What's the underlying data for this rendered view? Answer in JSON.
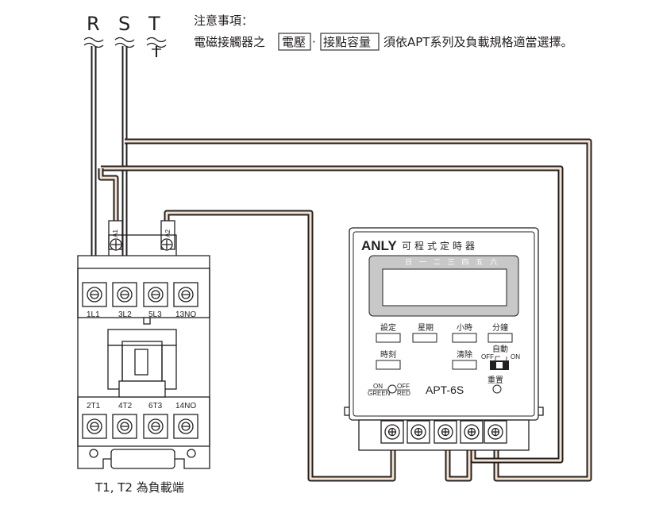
{
  "phases": [
    "R",
    "S",
    "T"
  ],
  "note": {
    "heading": "注意事項：",
    "line_prefix": "電磁接觸器之",
    "voltage_boxed": "電壓",
    "separator": "·",
    "contact_boxed": "接點容量",
    "line_suffix": "須依APT系列及負載規格適當選擇。"
  },
  "contactor": {
    "coil_terminals": [
      "A1",
      "A2"
    ],
    "top_terminals": [
      "1L1",
      "3L2",
      "5L3",
      "13NO"
    ],
    "bottom_terminals": [
      "2T1",
      "4T2",
      "6T3",
      "14NO"
    ],
    "caption": "T1, T2 為負載端"
  },
  "timer": {
    "brand": "ANLY",
    "brand_subtitle": "可程式定時器",
    "days_label": "日 一 二 三 四 五 六",
    "buttons": {
      "set": "設定",
      "week": "星期",
      "hour": "小時",
      "minute": "分鐘",
      "time": "時刻",
      "clear": "清除"
    },
    "auto_label": "自動",
    "switch_off": "OFF",
    "switch_on": "ON",
    "indicator_on": "ON",
    "indicator_off": "OFF",
    "indicator_green": "GREEN",
    "indicator_red": "RED",
    "model": "APT-6S",
    "reset_label": "重置"
  },
  "colors": {
    "line": "#231f20",
    "wire_fill": "#f6e3cf",
    "lcd": "#c8c8c8",
    "day_strip": "#8a8a8a"
  }
}
